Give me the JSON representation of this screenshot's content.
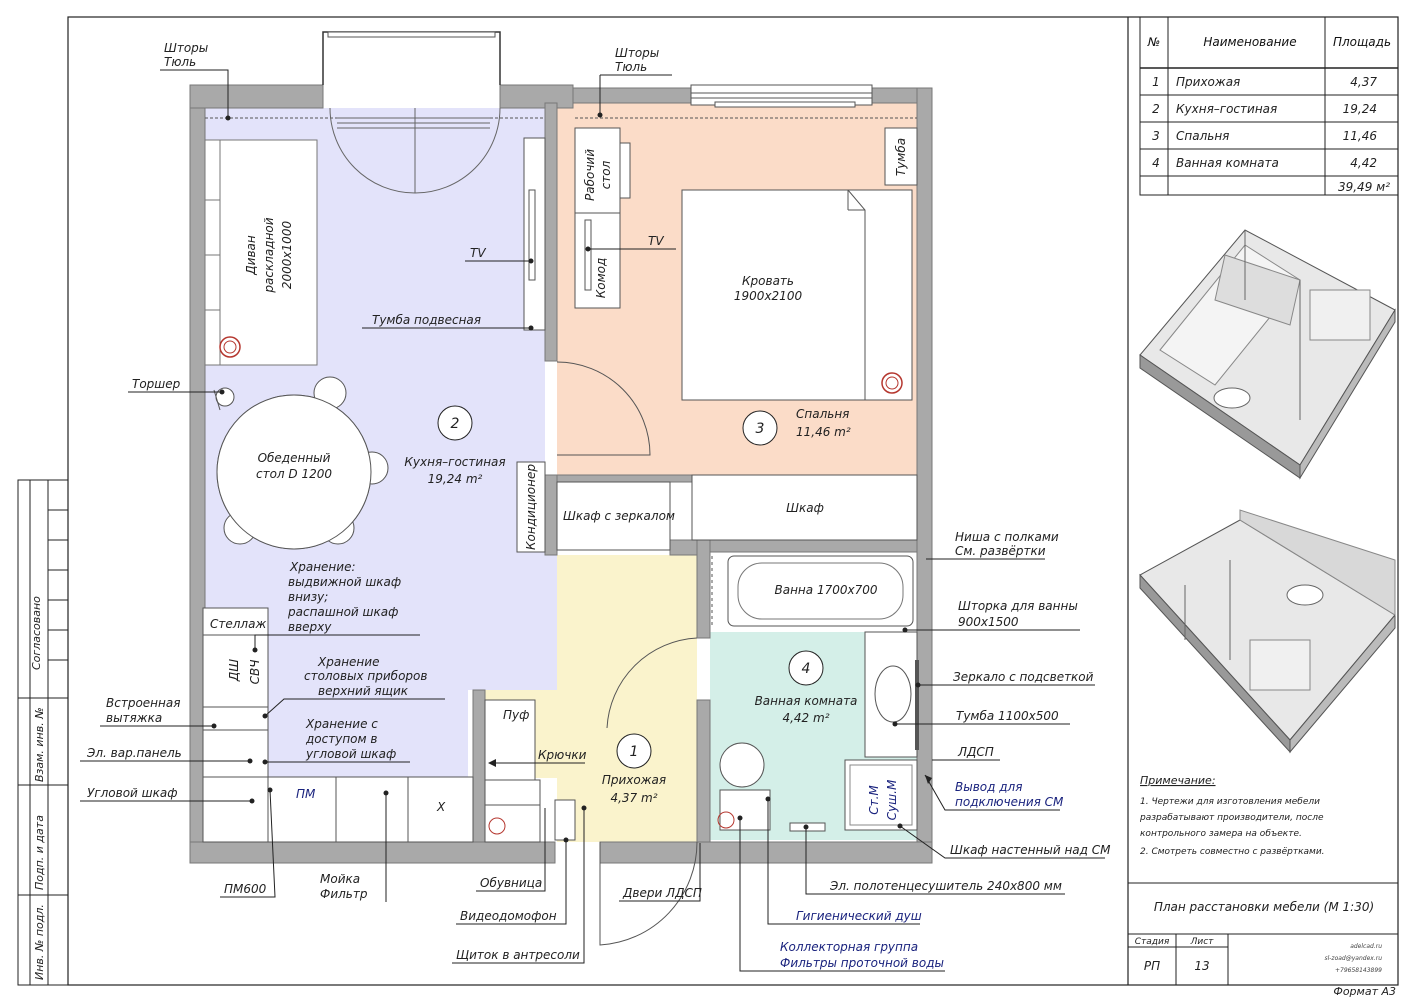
{
  "rooms": [
    {
      "num": "1",
      "name": "Прихожая",
      "area": "4,37 m²"
    },
    {
      "num": "2",
      "name": "Кухня–гостиная",
      "area": "19,24 m²"
    },
    {
      "num": "3",
      "name": "Спальня",
      "area": "11,46 m²"
    },
    {
      "num": "4",
      "name": "Ванная комната",
      "area": "4,42 m²"
    }
  ],
  "furniture": {
    "sofa": [
      "Диван",
      "раскладной",
      "2000х1000"
    ],
    "table": [
      "Обеденный",
      "стол D 1200"
    ],
    "desk": [
      "Рабочий",
      "стол"
    ],
    "dresser": "Комод",
    "bed": [
      "Кровать",
      "1900х2100"
    ],
    "nightstand": "Тумба",
    "ac": "Кондиционер",
    "mirror_wardrobe": "Шкаф с зеркалом",
    "wardrobe": "Шкаф",
    "bath": "Ванна 1700х700",
    "shelf": "Стеллаж",
    "dw": "ДШ",
    "mw": "СВЧ",
    "pm": "ПМ",
    "x": "Х",
    "pouf": "Пуф",
    "washer": [
      "Ст.М",
      "Суш.М"
    ]
  },
  "callouts": {
    "curtains_left": [
      "Шторы",
      "Тюль"
    ],
    "curtains_right": [
      "Шторы",
      "Тюль"
    ],
    "tv_left": "TV",
    "tv_right": "TV",
    "hanging_cabinet": "Тумба подвесная",
    "floor_lamp": "Торшер",
    "storage1": [
      "Хранение:",
      "выдвижной шкаф",
      "внизу;",
      "распашной шкаф",
      "вверху"
    ],
    "storage2": [
      "Хранение",
      "столовых приборов",
      "верхний ящик"
    ],
    "storage3": [
      "Хранение с",
      "доступом в",
      "угловой шкаф"
    ],
    "hood": [
      "Встроенная",
      "вытяжка"
    ],
    "hob": "Эл. вар.панель",
    "corner_cabinet": "Угловой шкаф",
    "hooks": "Крючки",
    "pm600": "ПМ600",
    "sink": [
      "Мойка",
      "Фильтр"
    ],
    "shoe": "Обувница",
    "intercom": "Видеодомофон",
    "panel": "Щиток в антресоли",
    "doors": "Двери ЛДСП",
    "hygiene_shower": "Гигиенический душ",
    "collector": [
      "Коллекторная группа",
      "Фильтры проточной воды"
    ],
    "towel": "Эл. полотенцесушитель 240х800 мм",
    "cabinet_wm": "Шкаф настенный над СМ",
    "wm_outlet": [
      "Вывод для",
      "подключения СМ"
    ],
    "ldsp": "ЛДСП",
    "vanity": "Тумба 1100х500",
    "mirror_light": "Зеркало с подсветкой",
    "curtain_bath": [
      "Шторка для ванны",
      "900х1500"
    ],
    "niche": [
      "Ниша с полками",
      "См. развёртки"
    ]
  },
  "table": {
    "headers": [
      "№",
      "Наименование",
      "Площадь"
    ],
    "rows": [
      {
        "num": "1",
        "name": "Прихожая",
        "area": "4,37"
      },
      {
        "num": "2",
        "name": "Кухня–гостиная",
        "area": "19,24"
      },
      {
        "num": "3",
        "name": "Спальня",
        "area": "11,46"
      },
      {
        "num": "4",
        "name": "Ванная комната",
        "area": "4,42"
      }
    ],
    "total": "39,49 м²"
  },
  "notes": {
    "title": "Примечание:",
    "lines": [
      "1.  Чертежи для изготовления мебели",
      "разрабатывают производители, после",
      "контрольного замера на объекте.",
      "2. Смотреть совместно с развёртками."
    ]
  },
  "title_block": {
    "title": "План расстановки мебели (М 1:30)",
    "stage_label": "Стадия",
    "sheet_label": "Лист",
    "stage": "РП",
    "sheet": "13",
    "contacts": [
      "adelcad.ru",
      "sl-zoad@yandex.ru",
      "+79658143899"
    ],
    "format": "Формат А3"
  },
  "side_stamp": {
    "agreed": "Согласовано",
    "inv_zam": "Взам. инв. №",
    "sign_date": "Подп. и дата",
    "inv_orig": "Инв. № подл."
  },
  "colors": {
    "living": "#e3e3fa",
    "bedroom": "#fbdcc8",
    "hall": "#faf3cc",
    "bathroom": "#d4efe8",
    "wall": "#a9a9a9",
    "accent_blue": "#1a237e"
  }
}
